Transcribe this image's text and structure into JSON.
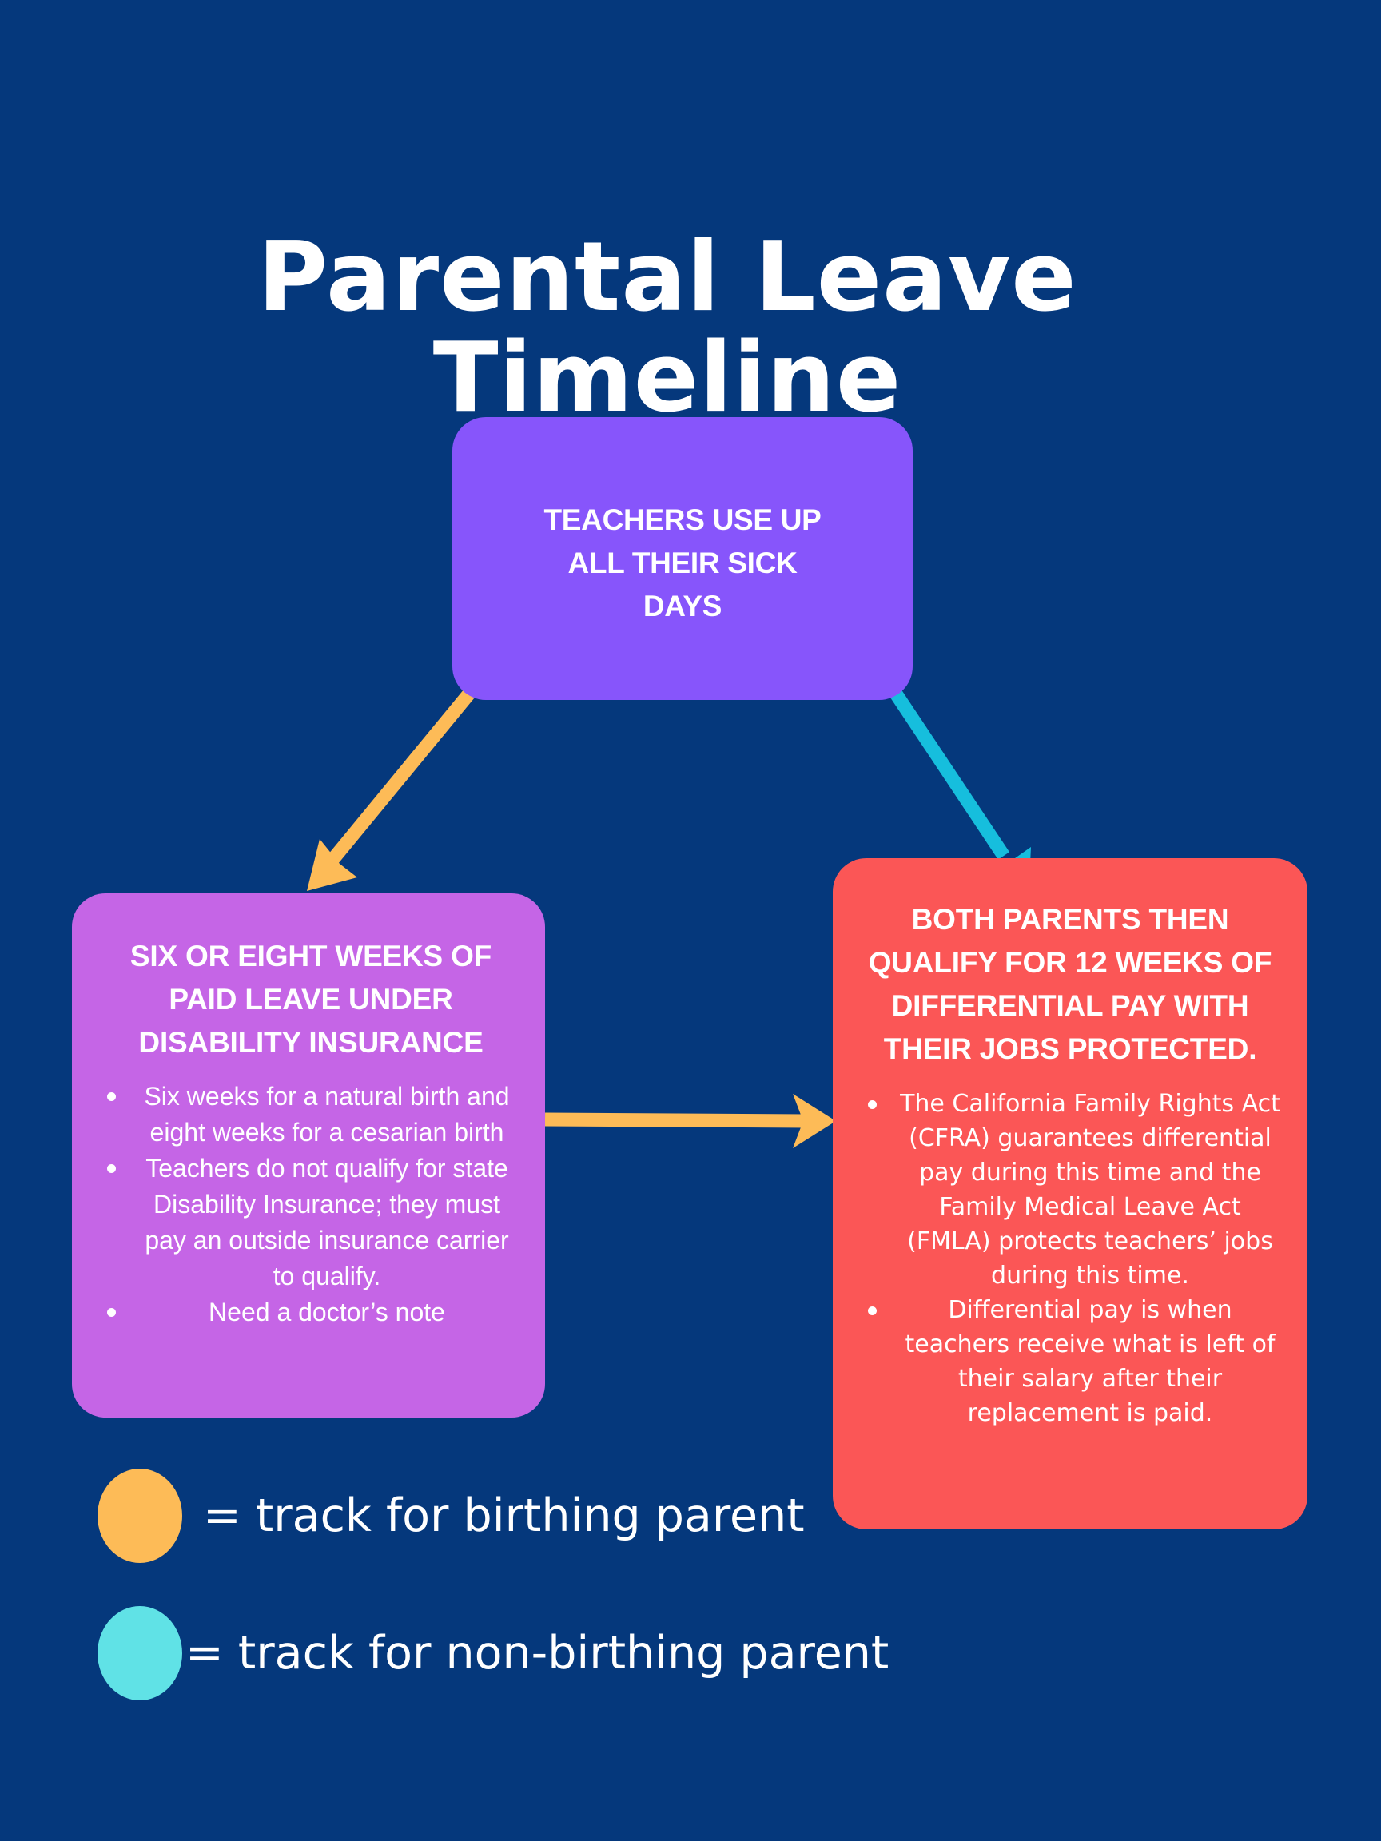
{
  "title": {
    "line1": "Parental Leave",
    "line2": "Timeline"
  },
  "colors": {
    "background": "#05387C",
    "top_box": "#8755FB",
    "left_box": "#C565E6",
    "right_box": "#FB5656",
    "birthing_track": "#FDBB57",
    "non_birthing_track": "#16BEDD",
    "non_birthing_legend": "#60E2E6"
  },
  "nodes": {
    "start": {
      "heading": "TEACHERS USE UP ALL THEIR SICK DAYS"
    },
    "disability": {
      "heading": "SIX OR EIGHT WEEKS OF PAID LEAVE UNDER DISABILITY INSURANCE",
      "bullets": [
        "Six weeks for a natural birth and eight weeks for a cesarian birth",
        "Teachers do not qualify for state Disability Insurance; they must pay an outside insurance carrier to qualify.",
        "Need a doctor’s note"
      ]
    },
    "differential": {
      "heading": "BOTH PARENTS THEN QUALIFY FOR 12 WEEKS OF DIFFERENTIAL PAY WITH THEIR JOBS PROTECTED.",
      "bullets": [
        "The California Family Rights Act (CFRA) guarantees differential pay during this time and the Family Medical Leave Act (FMLA) protects teachers’ jobs during this time.",
        "Differential pay is when teachers receive what is left of their salary after their replacement is paid."
      ]
    }
  },
  "edges": [
    {
      "from": "start",
      "to": "disability",
      "track": "birthing"
    },
    {
      "from": "disability",
      "to": "differential",
      "track": "birthing"
    },
    {
      "from": "start",
      "to": "differential",
      "track": "non-birthing"
    }
  ],
  "legend": [
    {
      "track": "birthing",
      "label": "= track for birthing parent"
    },
    {
      "track": "non-birthing",
      "label": "= track for non-birthing parent"
    }
  ]
}
